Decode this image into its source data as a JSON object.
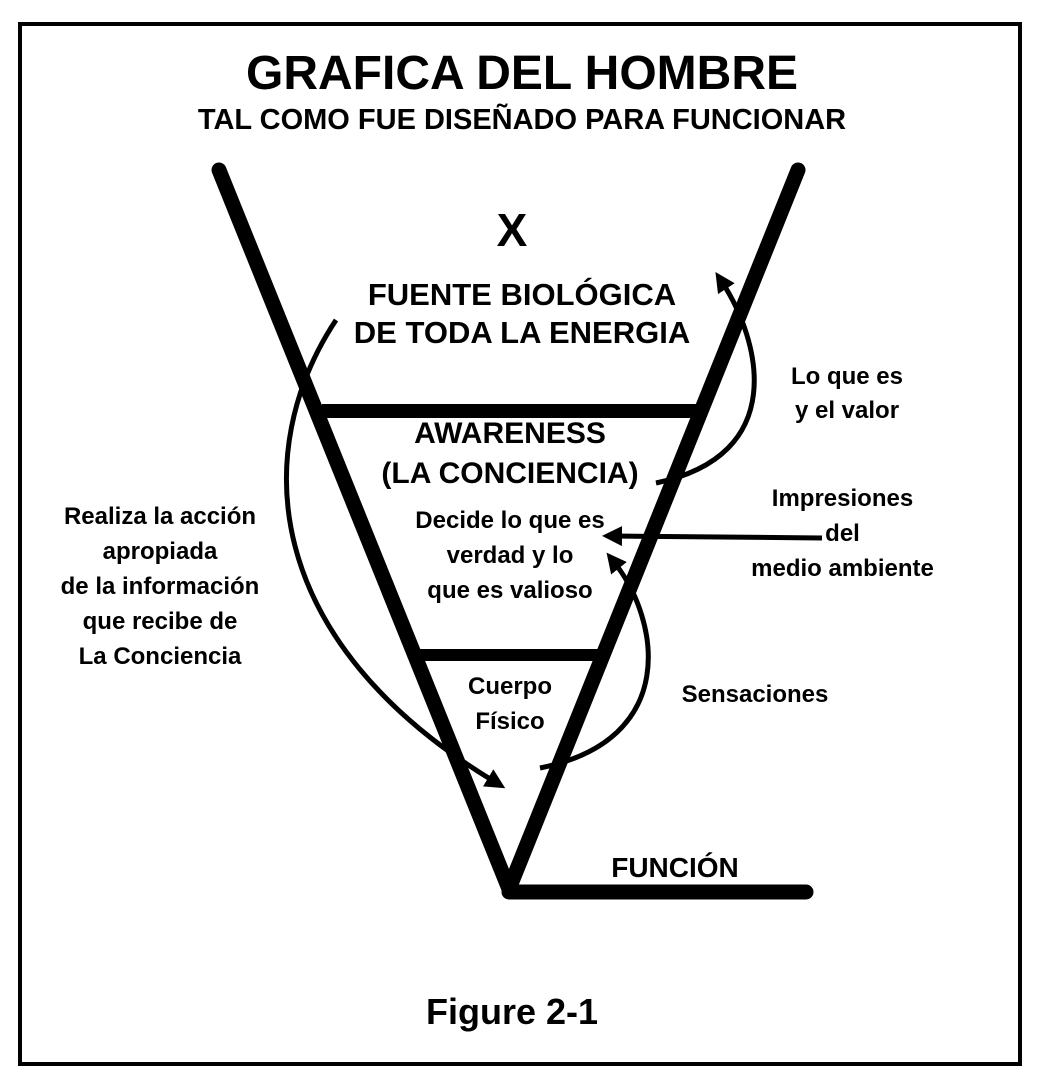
{
  "title": "GRAFICA DEL HOMBRE",
  "subtitle": "TAL COMO FUE DISEÑADO PARA FUNCIONAR",
  "x_mark": "X",
  "source": {
    "line1": "FUENTE BIOLÓGICA",
    "line2": "DE TODA LA ENERGIA"
  },
  "awareness": {
    "line1": "AWARENESS",
    "line2": "(LA CONCIENCIA)"
  },
  "decide": {
    "line1": "Decide lo que es",
    "line2": "verdad y lo",
    "line3": "que es valioso"
  },
  "body": {
    "line1": "Cuerpo",
    "line2": "Físico"
  },
  "action": {
    "line1": "Realiza la acción",
    "line2": "apropiada",
    "line3": "de la información",
    "line4": "que recibe de",
    "line5": "La Conciencia"
  },
  "value": {
    "line1": "Lo que es",
    "line2": "y el valor"
  },
  "impressions": {
    "line1": "Impresiones",
    "line2": "del",
    "line3": "medio ambiente"
  },
  "sensations": "Sensaciones",
  "function": "FUNCIÓN",
  "caption": "Figure 2-1"
}
